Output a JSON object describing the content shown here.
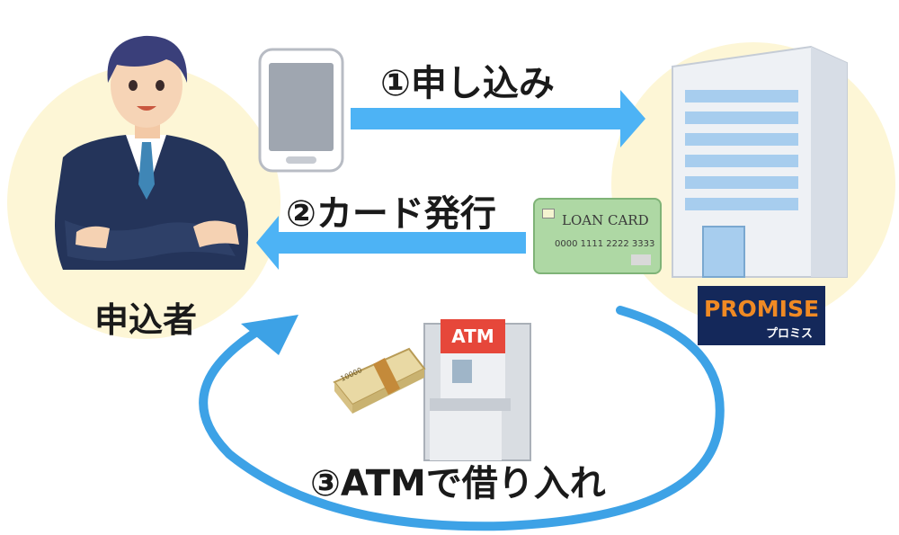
{
  "diagram": {
    "step1_label": "①申し込み",
    "step2_label": "②カード発行",
    "step3_label": "③ATMで借り入れ",
    "applicant_label": "申込者",
    "card": {
      "title": "LOAN CARD",
      "number": "0000 1111 2222 3333"
    },
    "brand": {
      "name_en": "PROMISE",
      "name_jp": "プロミス"
    },
    "atm_sign": "ATM",
    "banknote_text": "10000"
  },
  "colors": {
    "arrow": "#4db3f5",
    "loop": "#3da2e6",
    "circle_bg": "#fdf6d6",
    "brand_bg": "#14285a",
    "brand_text": "#f08a24",
    "card_bg": "#aed8a4",
    "building": "#eef1f5",
    "windows": "#a7cdee"
  },
  "icons": [
    "businessman-icon",
    "smartphone-icon",
    "office-building-icon",
    "loan-card-icon",
    "atm-machine-icon",
    "banknotes-icon"
  ]
}
